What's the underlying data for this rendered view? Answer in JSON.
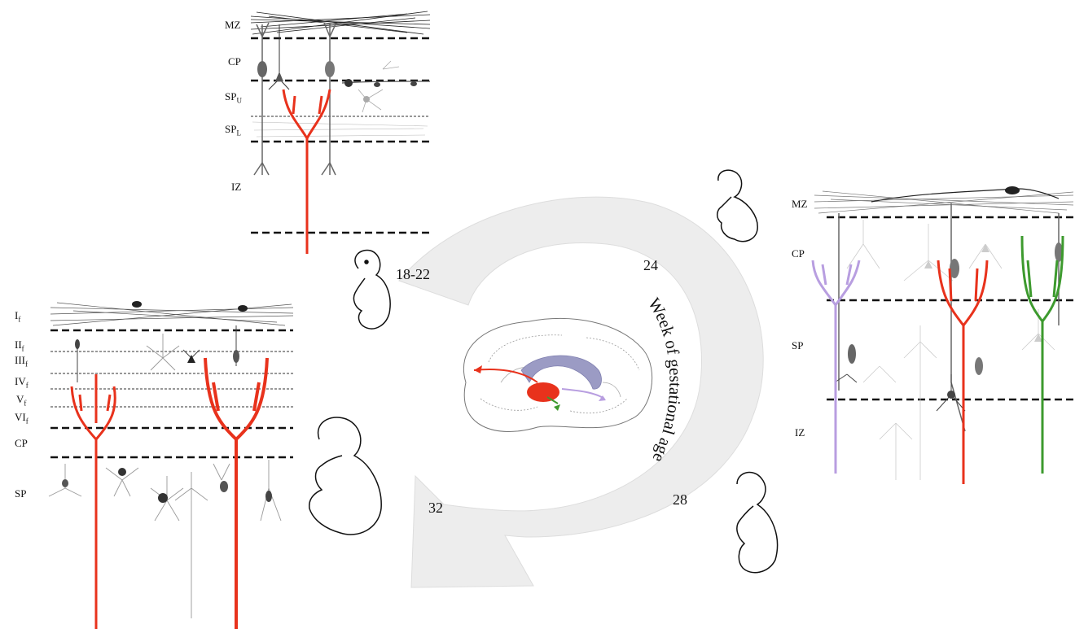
{
  "panel_top": {
    "labels": [
      {
        "id": "mz",
        "text": "MZ",
        "sub": ""
      },
      {
        "id": "cp",
        "text": "CP",
        "sub": ""
      },
      {
        "id": "spu",
        "text": "SP",
        "sub": "U"
      },
      {
        "id": "spl",
        "text": "SP",
        "sub": "L"
      },
      {
        "id": "iz",
        "text": "IZ",
        "sub": ""
      }
    ]
  },
  "panel_right": {
    "labels": [
      {
        "id": "mz",
        "text": "MZ",
        "sub": ""
      },
      {
        "id": "cp",
        "text": "CP",
        "sub": ""
      },
      {
        "id": "sp",
        "text": "SP",
        "sub": ""
      },
      {
        "id": "iz",
        "text": "IZ",
        "sub": ""
      }
    ]
  },
  "panel_left": {
    "labels": [
      {
        "id": "i",
        "text": "I",
        "sub": "f"
      },
      {
        "id": "ii",
        "text": "II",
        "sub": "f"
      },
      {
        "id": "iii",
        "text": "III",
        "sub": "f"
      },
      {
        "id": "iv",
        "text": "IV",
        "sub": "f"
      },
      {
        "id": "v",
        "text": "V",
        "sub": "f"
      },
      {
        "id": "vi",
        "text": "VI",
        "sub": "f"
      },
      {
        "id": "cp",
        "text": "CP",
        "sub": ""
      },
      {
        "id": "sp",
        "text": "SP",
        "sub": ""
      }
    ]
  },
  "cycle": {
    "caption": "Week of gestational age",
    "weeks": [
      "18-22",
      "24",
      "28",
      "32"
    ]
  },
  "colors": {
    "thalamocortical": "#e8321c",
    "purple_axon": "#b89ee0",
    "green_axon": "#3d9a2e",
    "arrow_fill": "#eeeeee",
    "ventricle": "#9b9bc4"
  }
}
